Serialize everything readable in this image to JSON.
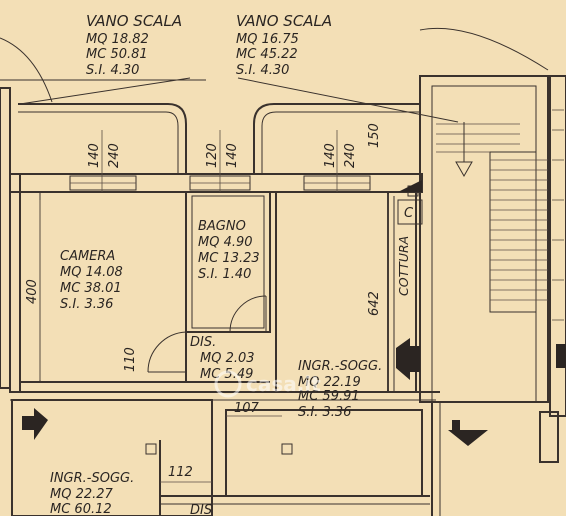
{
  "rooms": {
    "vano_scala_left": {
      "title": "VANO SCALA",
      "mq": "MQ  18.82",
      "mc": "MC  50.81",
      "si": "S.I.    4.30"
    },
    "vano_scala_right": {
      "title": "VANO SCALA",
      "mq": "MQ  16.75",
      "mc": "MC  45.22",
      "si": "S.I.    4.30"
    },
    "camera": {
      "title": "CAMERA",
      "mq": "MQ  14.08",
      "mc": "MC  38.01",
      "si": "S.I.    3.36"
    },
    "bagno": {
      "title": "BAGNO",
      "mq": "MQ    4.90",
      "mc": "MC  13.23",
      "si": "S.I.    1.40"
    },
    "dis": {
      "title": "DIS.",
      "mq": "MQ    2.03",
      "mc": "MC    5.49"
    },
    "ingr_sogg_right": {
      "title": "INGR.-SOGG.",
      "mq": "MQ  22.19",
      "mc": "MC  59.91",
      "si": "S.I.    3.36"
    },
    "ingr_sogg_left": {
      "title": "INGR.-SOGG.",
      "mq": "MQ  22.27",
      "mc": "MC  60.12"
    },
    "cottura": {
      "title": "COTTURA"
    },
    "dis_bottom": {
      "title": "DIS"
    }
  },
  "dimensions": {
    "win1_a": "140",
    "win1_b": "240",
    "win2_a": "120",
    "win2_b": "140",
    "win3_a": "140",
    "win3_b": "240",
    "right_150": "150",
    "camera_400": "400",
    "door_110": "110",
    "room_642": "642",
    "door_107": "107",
    "door_112": "112"
  },
  "symbols": {
    "cooker_letter": "C"
  },
  "watermark": {
    "text": "casa.it"
  }
}
